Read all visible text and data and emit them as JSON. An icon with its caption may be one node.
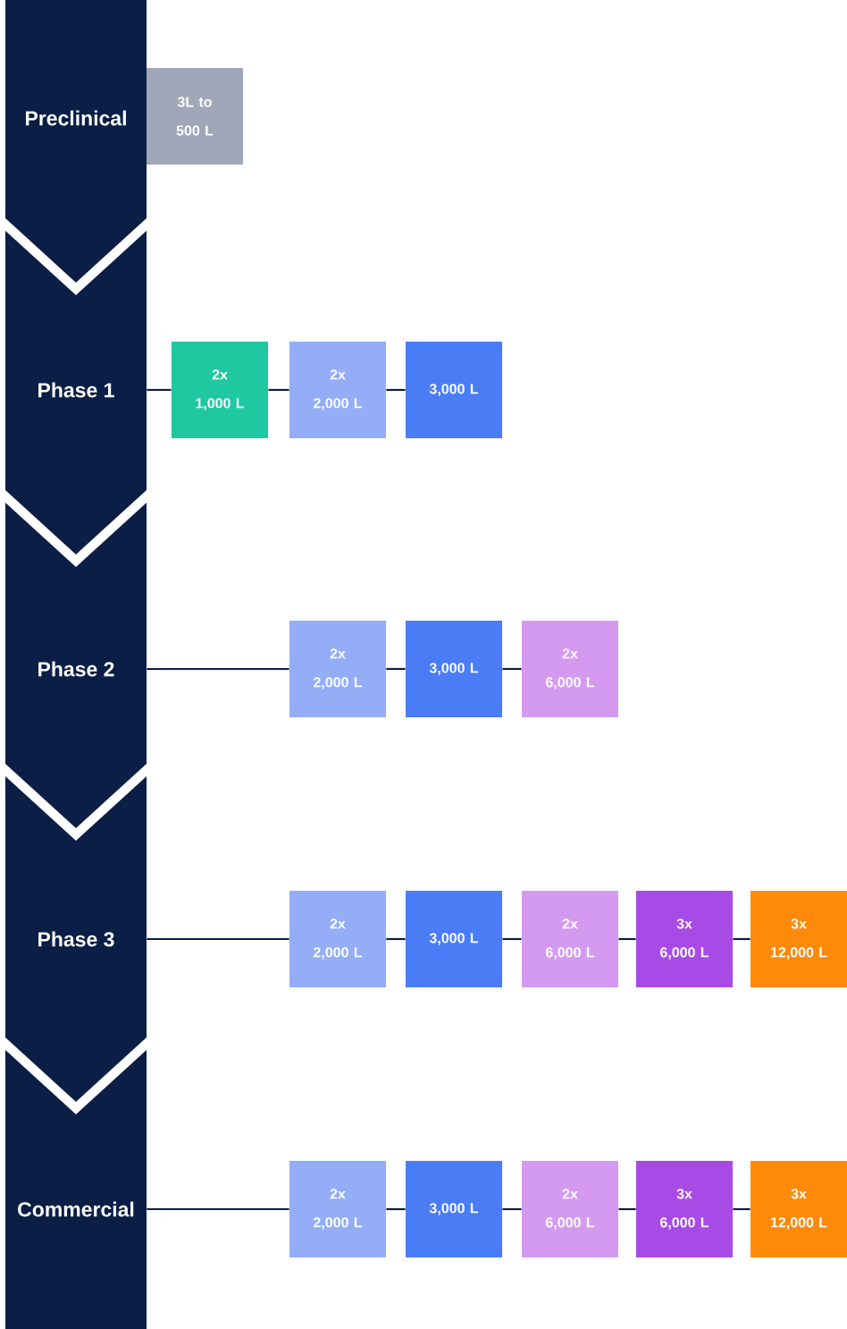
{
  "diagram": {
    "nodes": [
      {
        "text": [
          "Preclinical"
        ]
      },
      {
        "text": [
          "3L to 500 L"
        ]
      },
      {
        "text": [
          "Phase 1"
        ]
      },
      {
        "text": [
          "2x 1,000 L"
        ]
      },
      {
        "text": [
          "2x 2,000 L"
        ]
      },
      {
        "text": [
          "3,000 L"
        ]
      },
      {
        "text": [
          "Phase 2"
        ]
      },
      {
        "text": [
          "2x 2,000 L"
        ]
      },
      {
        "text": [
          "3,000 L"
        ]
      },
      {
        "text": [
          "2x 6,000 L"
        ]
      },
      {
        "text": [
          "Phase 3"
        ]
      },
      {
        "text": [
          "2x 2,000 L"
        ]
      },
      {
        "text": [
          "3,000 L"
        ]
      },
      {
        "text": [
          "2x 6,000 L"
        ]
      },
      {
        "text": [
          "3x 6,000 L"
        ]
      },
      {
        "text": [
          "3x 12,000 L"
        ]
      },
      {
        "text": [
          "Commercial"
        ]
      },
      {
        "text": [
          "2x 2,000 L"
        ]
      },
      {
        "text": [
          "3,000 L"
        ]
      },
      {
        "text": [
          "2x 6,000 L"
        ]
      },
      {
        "text": [
          "3x 6,000 L"
        ]
      },
      {
        "text": [
          "3x 12,000 L"
        ]
      }
    ],
    "edges": [
      {
        "from": 2,
        "to": 3,
        "arrow": "none"
      },
      {
        "from": 3,
        "to": 4,
        "arrow": "none"
      },
      {
        "from": 4,
        "to": 5,
        "arrow": "none"
      },
      {
        "from": 6,
        "to": 7,
        "arrow": "none"
      },
      {
        "from": 7,
        "to": 8,
        "arrow": "none"
      },
      {
        "from": 8,
        "to": 9,
        "arrow": "none"
      },
      {
        "from": 10,
        "to": 11,
        "arrow": "none"
      },
      {
        "from": 11,
        "to": 12,
        "arrow": "none"
      },
      {
        "from": 12,
        "to": 13,
        "arrow": "none"
      },
      {
        "from": 13,
        "to": 14,
        "arrow": "none"
      },
      {
        "from": 14,
        "to": 15,
        "arrow": "none"
      },
      {
        "from": 16,
        "to": 17,
        "arrow": "none"
      },
      {
        "from": 17,
        "to": 18,
        "arrow": "none"
      },
      {
        "from": 18,
        "to": 19,
        "arrow": "none"
      },
      {
        "from": 19,
        "to": 20,
        "arrow": "none"
      },
      {
        "from": 20,
        "to": 21,
        "arrow": "none"
      }
    ]
  }
}
